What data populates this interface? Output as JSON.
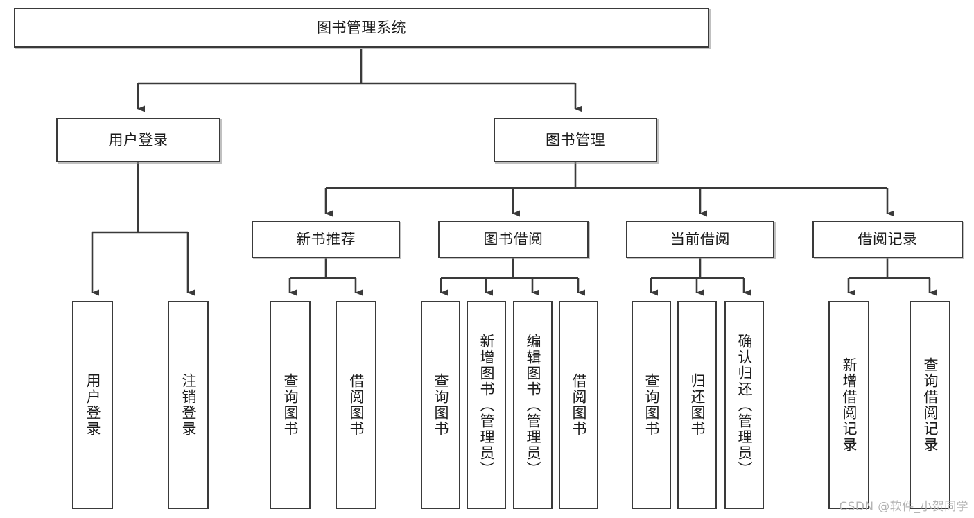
{
  "diagram": {
    "type": "hierarchy-tree",
    "title": "图书管理系统",
    "colors": {
      "stroke": "#3a3a3a",
      "text": "#1b1b1b",
      "background": "#ffffff",
      "watermark": "#b4b4b4"
    },
    "levels": {
      "root": {
        "label": "图书管理系统"
      },
      "level1": [
        {
          "label": "用户登录"
        },
        {
          "label": "图书管理"
        }
      ],
      "level2": [
        {
          "label": "新书推荐"
        },
        {
          "label": "图书借阅"
        },
        {
          "label": "当前借阅"
        },
        {
          "label": "借阅记录"
        }
      ],
      "leaves": {
        "user_login": [
          {
            "label": "用户登录"
          },
          {
            "label": "注销登录"
          }
        ],
        "new_book_recommend": [
          {
            "label": "查询图书"
          },
          {
            "label": "借阅图书"
          }
        ],
        "book_borrow": [
          {
            "label": "查询图书"
          },
          {
            "label": "新增图书（管理员）"
          },
          {
            "label": "编辑图书（管理员）"
          },
          {
            "label": "借阅图书"
          }
        ],
        "current_borrow": [
          {
            "label": "查询图书"
          },
          {
            "label": "归还图书"
          },
          {
            "label": "确认归还（管理员）"
          }
        ],
        "borrow_record": [
          {
            "label": "新增借阅记录"
          },
          {
            "label": "查询借阅记录"
          }
        ]
      }
    },
    "watermark": "CSDN @软件_小贺同学"
  }
}
